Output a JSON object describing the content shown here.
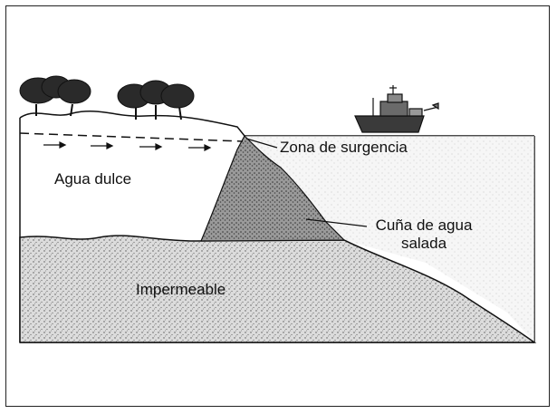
{
  "diagram": {
    "labels": {
      "freshwater": "Agua dulce",
      "upwelling_zone": "Zona de surgencia",
      "saltwater_wedge_line1": "Cuña de agua",
      "saltwater_wedge_line2": "salada",
      "impermeable": "Impermeable"
    },
    "icons": [
      "tree-icon",
      "ship-icon",
      "flow-arrow-icon"
    ],
    "colors": {
      "ink": "#111111",
      "impermeable_fill": "#d6d6d6",
      "wedge_fill": "#8f8f8f",
      "seafloor_fill": "#e6e6e6",
      "ship_hull": "#3a3a3a"
    }
  }
}
